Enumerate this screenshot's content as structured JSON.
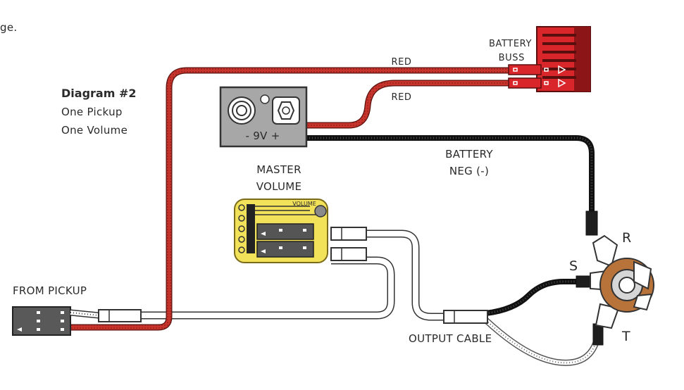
{
  "page": {
    "edge_text": "ge."
  },
  "diagram": {
    "title": "Diagram #2",
    "subtitle_1": "One Pickup",
    "subtitle_2": "One Volume"
  },
  "labels": {
    "battery_buss_1": "BATTERY",
    "battery_buss_2": "BUSS",
    "red_1": "RED",
    "red_2": "RED",
    "battery_neg_1": "BATTERY",
    "battery_neg_2": "NEG (-)",
    "master_volume_1": "MASTER",
    "master_volume_2": "VOLUME",
    "pot_text": "VOLUME",
    "battery_voltage": "- 9V +",
    "from_pickup": "FROM PICKUP",
    "output_cable": "OUTPUT CABLE",
    "jack_r": "R",
    "jack_s": "S",
    "jack_t": "T"
  },
  "colors": {
    "red_wire": "#c8332b",
    "black_wire": "#1e1e1e",
    "white_wire": "#ffffff",
    "buss_red": "#d8262b",
    "battery_gray": "#a7a7a7",
    "pot_yellow": "#f2e25a",
    "connector_gray": "#595959",
    "jack_brown": "#b8733a"
  }
}
